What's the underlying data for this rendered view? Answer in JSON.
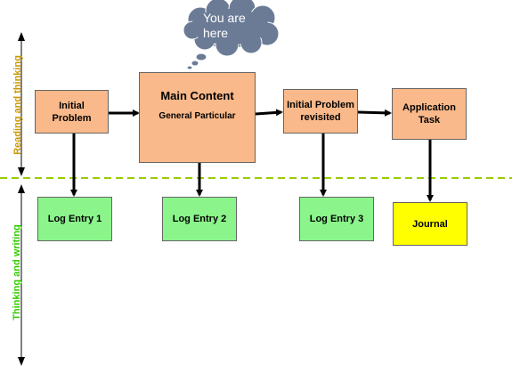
{
  "nodes": {
    "initial_problem": "Initial\nProblem",
    "main_content_title": "Main Content",
    "main_content_sub": "General Particular",
    "initial_problem_revisited": "Initial Problem\nrevisited",
    "application_task": "Application\nTask",
    "log_entry_1": "Log Entry 1",
    "log_entry_2": "Log Entry 2",
    "log_entry_3": "Log Entry 3",
    "journal": "Journal"
  },
  "callout": "You are\nhere",
  "side_labels": {
    "top": "Reading and thinking",
    "bottom": "Thinking and writing"
  },
  "colors": {
    "orange": "#f9b98a",
    "green": "#8bf58b",
    "yellow": "#ffff00",
    "divider": "#99cc00",
    "top_label": "#cc9900",
    "bottom_label": "#33cc00",
    "cloud": "#6b7b96"
  }
}
